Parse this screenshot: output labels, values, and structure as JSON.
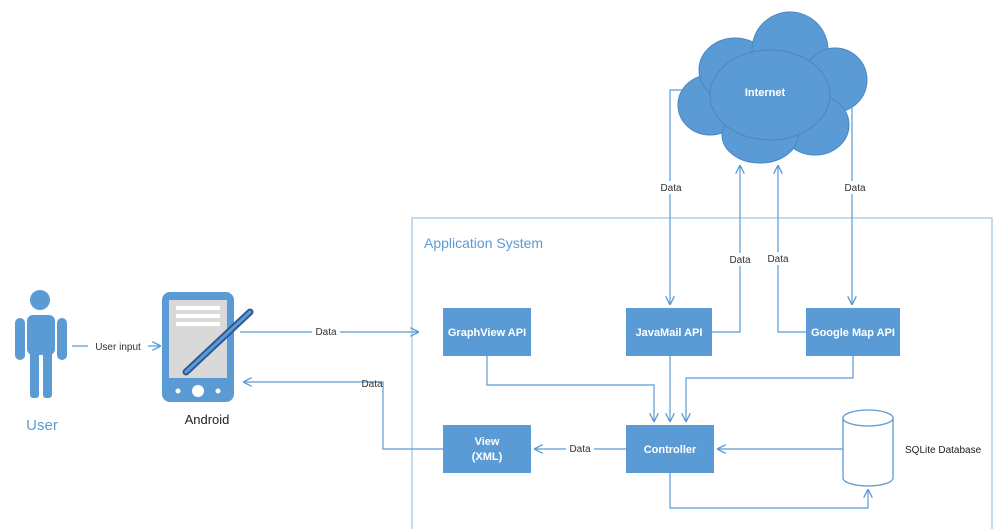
{
  "colors": {
    "accent": "#5b9bd5",
    "box_fill": "#5b9bd5",
    "box_text": "#ffffff",
    "label_text": "#333333",
    "system_title": "#5b9bd5"
  },
  "user": {
    "label": "User",
    "input_label": "User input"
  },
  "device": {
    "label": "Android"
  },
  "internet": {
    "label": "Internet"
  },
  "system": {
    "title": "Application System"
  },
  "boxes": {
    "graphview": "GraphView API",
    "javamail": "JavaMail API",
    "googlemap": "Google Map API",
    "view_line1": "View",
    "view_line2": "(XML)",
    "controller": "Controller"
  },
  "database": {
    "label": "SQLite Database"
  },
  "edge_labels": {
    "android_to_system": "Data",
    "view_to_android": "Data",
    "controller_to_view": "Data",
    "internet_to_javamail": "Data",
    "javamail_to_internet": "Data",
    "googlemap_to_internet": "Data",
    "internet_to_googlemap": "Data"
  }
}
